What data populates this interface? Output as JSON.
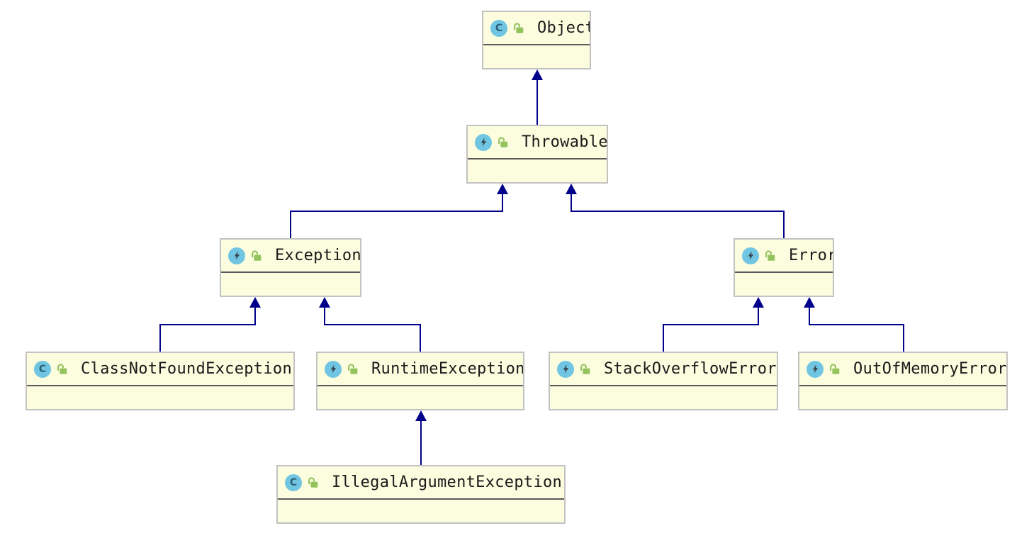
{
  "diagram": {
    "type": "uml-class-inheritance",
    "icons": {
      "class_letter": "C"
    },
    "colors": {
      "node_fill": "#FCFCDF",
      "node_border": "#C2C2C2",
      "compartment_separator": "#5A5A5A",
      "edge": "#00008B",
      "icon_circle": "#70C6E2",
      "icon_glyph": "#2B5F75",
      "lock_green": "#94C35E"
    },
    "classes": [
      {
        "id": "object",
        "label": "Object",
        "kind": "class",
        "visibility": "public"
      },
      {
        "id": "throwable",
        "label": "Throwable",
        "kind": "exception",
        "visibility": "public"
      },
      {
        "id": "exception",
        "label": "Exception",
        "kind": "exception",
        "visibility": "public"
      },
      {
        "id": "error",
        "label": "Error",
        "kind": "exception",
        "visibility": "public"
      },
      {
        "id": "cnfe",
        "label": "ClassNotFoundException",
        "kind": "class",
        "visibility": "public"
      },
      {
        "id": "runtime",
        "label": "RuntimeException",
        "kind": "exception",
        "visibility": "public"
      },
      {
        "id": "soe",
        "label": "StackOverflowError",
        "kind": "exception",
        "visibility": "public"
      },
      {
        "id": "oome",
        "label": "OutOfMemoryError",
        "kind": "exception",
        "visibility": "public"
      },
      {
        "id": "iae",
        "label": "IllegalArgumentException",
        "kind": "class",
        "visibility": "public"
      }
    ],
    "edges": [
      {
        "from": "Throwable",
        "to": "Object",
        "relation": "extends"
      },
      {
        "from": "Exception",
        "to": "Throwable",
        "relation": "extends"
      },
      {
        "from": "Error",
        "to": "Throwable",
        "relation": "extends"
      },
      {
        "from": "ClassNotFoundException",
        "to": "Exception",
        "relation": "extends"
      },
      {
        "from": "RuntimeException",
        "to": "Exception",
        "relation": "extends"
      },
      {
        "from": "StackOverflowError",
        "to": "Error",
        "relation": "extends"
      },
      {
        "from": "OutOfMemoryError",
        "to": "Error",
        "relation": "extends"
      },
      {
        "from": "IllegalArgumentException",
        "to": "RuntimeException",
        "relation": "extends"
      }
    ]
  }
}
